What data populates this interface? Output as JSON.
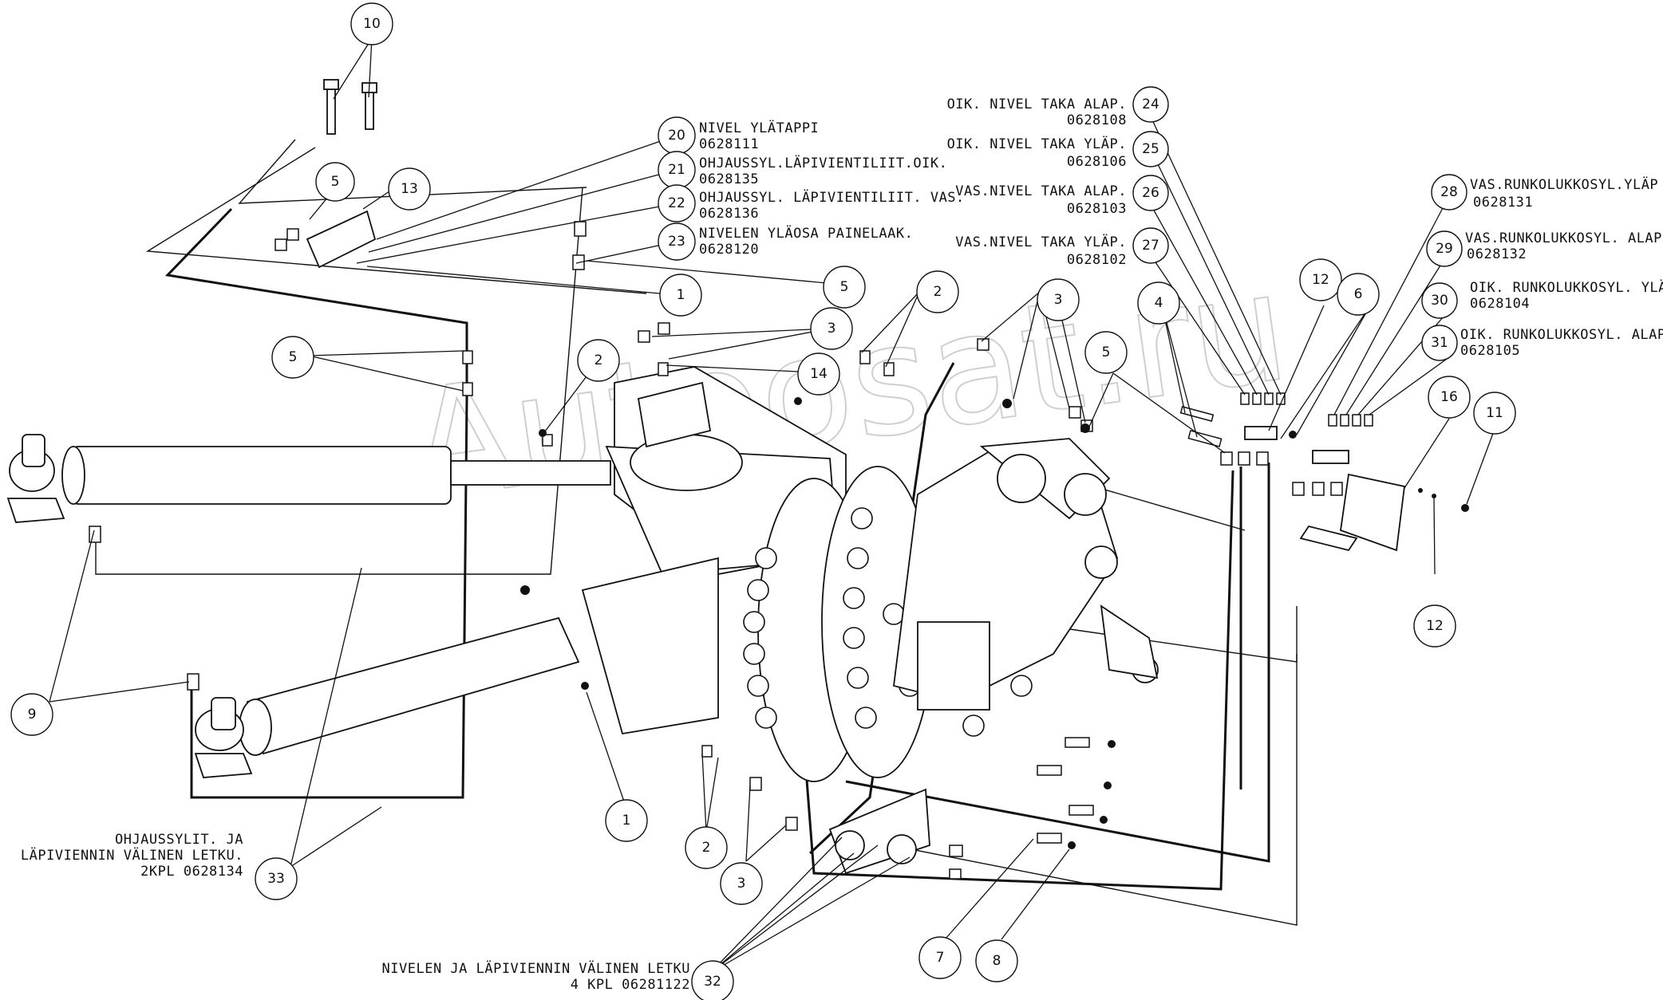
{
  "drawing": {
    "watermark": "Autoosat.ru",
    "bubbles": [
      {
        "n": "10"
      },
      {
        "n": "20"
      },
      {
        "n": "21"
      },
      {
        "n": "22"
      },
      {
        "n": "23"
      },
      {
        "n": "5"
      },
      {
        "n": "13"
      },
      {
        "n": "1"
      },
      {
        "n": "5"
      },
      {
        "n": "3"
      },
      {
        "n": "5"
      },
      {
        "n": "2"
      },
      {
        "n": "14"
      },
      {
        "n": "2"
      },
      {
        "n": "3"
      },
      {
        "n": "5"
      },
      {
        "n": "4"
      },
      {
        "n": "12"
      },
      {
        "n": "6"
      },
      {
        "n": "24"
      },
      {
        "n": "25"
      },
      {
        "n": "26"
      },
      {
        "n": "27"
      },
      {
        "n": "28"
      },
      {
        "n": "29"
      },
      {
        "n": "30"
      },
      {
        "n": "31"
      },
      {
        "n": "16"
      },
      {
        "n": "11"
      },
      {
        "n": "12"
      },
      {
        "n": "9"
      },
      {
        "n": "33"
      },
      {
        "n": "1"
      },
      {
        "n": "2"
      },
      {
        "n": "3"
      },
      {
        "n": "7"
      },
      {
        "n": "8"
      },
      {
        "n": "32"
      }
    ],
    "labels": [
      {
        "text": "NIVEL YLÄTAPPI"
      },
      {
        "text": "0628111"
      },
      {
        "text": "OHJAUSSYL.LÄPIVIENTILIIT.OIK."
      },
      {
        "text": "0628135"
      },
      {
        "text": "OHJAUSSYL. LÄPIVIENTILIIT. VAS."
      },
      {
        "text": "0628136"
      },
      {
        "text": "NIVELEN YLÄOSA PAINELAAK."
      },
      {
        "text": "0628120"
      },
      {
        "text": "OIK. NIVEL TAKA ALAP."
      },
      {
        "text": "0628108"
      },
      {
        "text": "OIK. NIVEL TAKA YLÄP."
      },
      {
        "text": "0628106"
      },
      {
        "text": "VAS.NIVEL TAKA ALAP."
      },
      {
        "text": "0628103"
      },
      {
        "text": "VAS.NIVEL TAKA YLÄP."
      },
      {
        "text": "0628102"
      },
      {
        "text": "VAS.RUNKOLUKKOSYL.YLÄP"
      },
      {
        "text": "0628131"
      },
      {
        "text": "VAS.RUNKOLUKKOSYL. ALAP."
      },
      {
        "text": "0628132"
      },
      {
        "text": "OIK. RUNKOLUKKOSYL. YLÄP"
      },
      {
        "text": "0628104"
      },
      {
        "text": "OIK. RUNKOLUKKOSYL. ALAP."
      },
      {
        "text": "0628105"
      },
      {
        "text": "OHJAUSSYLIT. JA"
      },
      {
        "text": "LÄPIVIENNIN VÄLINEN LETKU."
      },
      {
        "text": "2KPL 0628134"
      },
      {
        "text": "NIVELEN JA LÄPIVIENNIN VÄLINEN LETKU"
      },
      {
        "text": "4 KPL 06281122"
      }
    ]
  }
}
